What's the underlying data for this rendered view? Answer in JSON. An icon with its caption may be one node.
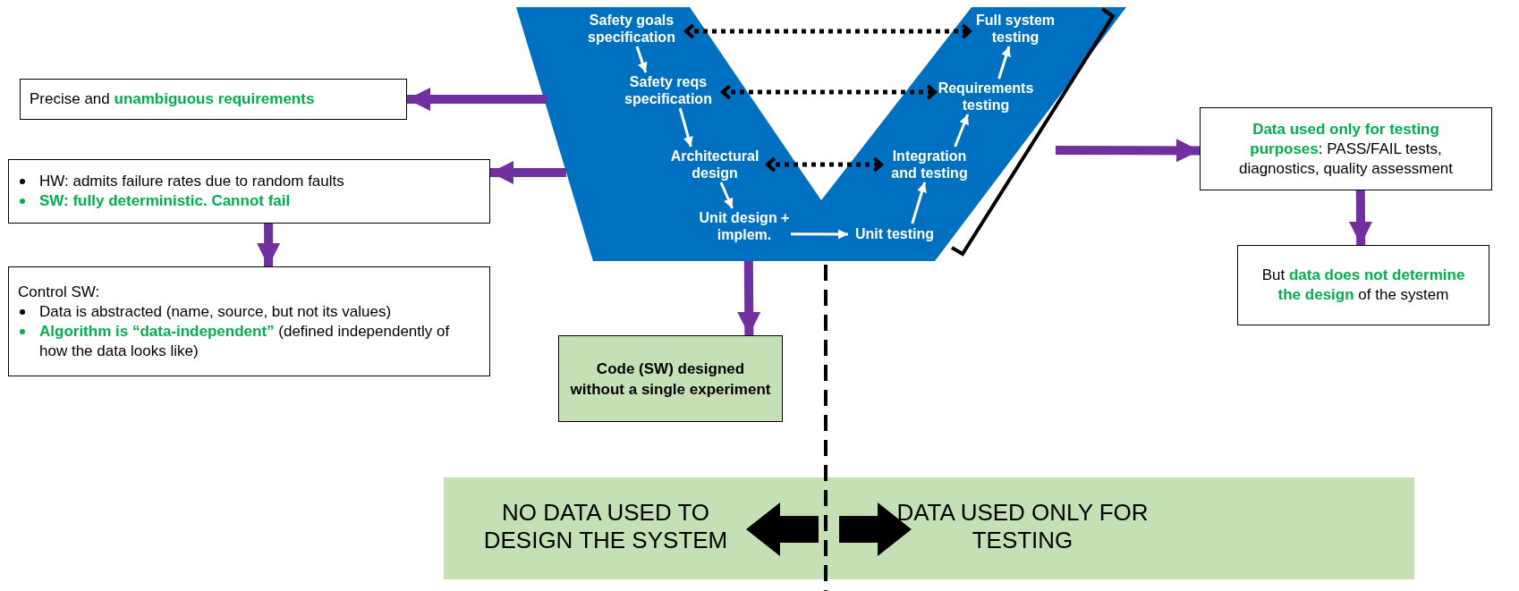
{
  "diagram": {
    "nodes": [
      {
        "text": [],
        "shape": "band"
      },
      {
        "text": [
          "Safety goals specification"
        ],
        "in": 0
      },
      {
        "text": [
          "Full system testing"
        ],
        "in": 0
      },
      {
        "text": [
          "Safety reqs specification"
        ],
        "in": 0
      },
      {
        "text": [
          "Requirements testing"
        ],
        "in": 0
      },
      {
        "text": [
          "Architectural design"
        ],
        "in": 0
      },
      {
        "text": [
          "Integration and testing"
        ],
        "in": 0
      },
      {
        "text": [
          "Unit design + implem."
        ],
        "in": 0
      },
      {
        "text": [
          "Unit testing"
        ],
        "in": 0
      },
      {
        "text": [
          "Precise and **unambiguous requirements**"
        ]
      },
      {
        "text": [
          "HW: admits failure rates due to random faults",
          "SW: fully deterministic. Cannot fail"
        ]
      },
      {
        "text": [
          "Control SW:",
          "Data is abstracted (name, source, but not its values)",
          "**Algorithm is “data-independent”** (defined independently of how the data looks like)"
        ]
      },
      {
        "text": [
          "Code (SW) designed without a single experiment"
        ]
      },
      {
        "text": [
          "**Data used only for testing purposes**: PASS/FAIL tests, diagnostics, quality assessment"
        ]
      },
      {
        "text": [
          "But **data does not determine the design** of the system"
        ]
      },
      {
        "text": [
          "NO DATA USED TO DESIGN THE SYSTEM",
          "DATA USED ONLY FOR TESTING"
        ]
      }
    ],
    "edges": [
      {
        "from": 1,
        "to": 3,
        "arrow": "to"
      },
      {
        "from": 3,
        "to": 5,
        "arrow": "to"
      },
      {
        "from": 5,
        "to": 7,
        "arrow": "to"
      },
      {
        "from": 7,
        "to": 8,
        "arrow": "to"
      },
      {
        "from": 8,
        "to": 6,
        "arrow": "to"
      },
      {
        "from": 6,
        "to": 4,
        "arrow": "to"
      },
      {
        "from": 4,
        "to": 2,
        "arrow": "to"
      },
      {
        "from": 1,
        "to": 2,
        "arrow": "both",
        "style": "dashed",
        "color": "#000000"
      },
      {
        "from": 3,
        "to": 4,
        "arrow": "both",
        "style": "dashed",
        "color": "#000000"
      },
      {
        "from": 5,
        "to": 6,
        "arrow": "both",
        "style": "dashed",
        "color": "#000000"
      },
      {
        "from": 0,
        "to": 9,
        "arrow": "to",
        "style": "thick",
        "color": "#7030a0"
      },
      {
        "from": 0,
        "to": 10,
        "arrow": "to",
        "style": "thick",
        "color": "#7030a0"
      },
      {
        "from": 10,
        "to": 11,
        "arrow": "to",
        "style": "thick",
        "color": "#7030a0"
      },
      {
        "from": 0,
        "to": 12,
        "arrow": "to",
        "style": "thick",
        "color": "#7030a0"
      },
      {
        "from": null,
        "to": 13,
        "arrow": "to",
        "style": "thick",
        "color": "#7030a0"
      },
      {
        "from": 13,
        "to": 14,
        "arrow": "to",
        "style": "thick",
        "color": "#7030a0"
      }
    ]
  }
}
